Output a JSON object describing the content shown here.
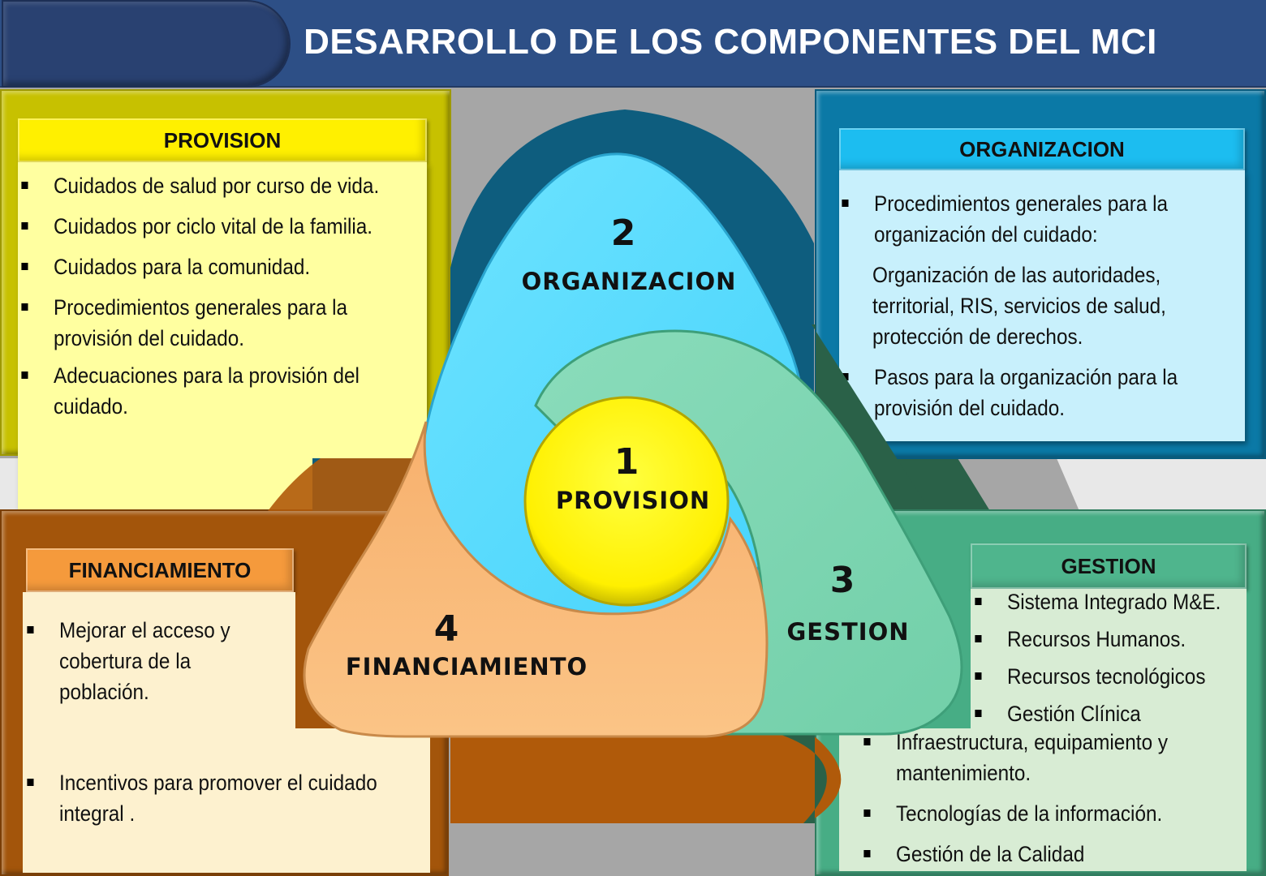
{
  "header": {
    "title": "DESARROLLO DE LOS COMPONENTES DEL MCI"
  },
  "colors": {
    "title_bar": "#2d4f86",
    "provision": "#fff000",
    "organizacion": "#52dbfd",
    "gestion": "#7fd6b2",
    "financiamiento": "#f9b777"
  },
  "diagram": {
    "components": [
      {
        "number": "1",
        "name": "PROVISION"
      },
      {
        "number": "2",
        "name": "ORGANIZACION"
      },
      {
        "number": "3",
        "name": "GESTION"
      },
      {
        "number": "4",
        "name": "FINANCIAMIENTO"
      }
    ]
  },
  "panels": {
    "provision": {
      "heading": "PROVISION",
      "items": [
        "Cuidados de salud por curso de vida.",
        "Cuidados por ciclo vital de la familia.",
        "Cuidados para la comunidad.",
        "Procedimientos generales para la",
        "provisión del cuidado.",
        "Adecuaciones para la provisión del",
        "cuidado."
      ]
    },
    "organizacion": {
      "heading": "ORGANIZACION",
      "items": [
        "Procedimientos generales para la",
        "organización del cuidado:",
        "Organización de las autoridades,",
        "territorial, RIS, servicios de salud,",
        "protección de derechos.",
        "Pasos para la organización para la",
        "provisión del cuidado."
      ]
    },
    "financiamiento": {
      "heading": "FINANCIAMIENTO",
      "items": [
        "Mejorar el acceso y",
        "cobertura de la",
        "población.",
        "Incentivos para promover el cuidado",
        "integral ."
      ]
    },
    "gestion": {
      "heading": "GESTION",
      "items": [
        "Sistema Integrado M&E.",
        "Recursos Humanos.",
        "Recursos tecnológicos",
        "Gestión Clínica",
        "Infraestructura, equipamiento y",
        "mantenimiento.",
        "Tecnologías de la información.",
        "Gestión de la Calidad"
      ]
    }
  }
}
